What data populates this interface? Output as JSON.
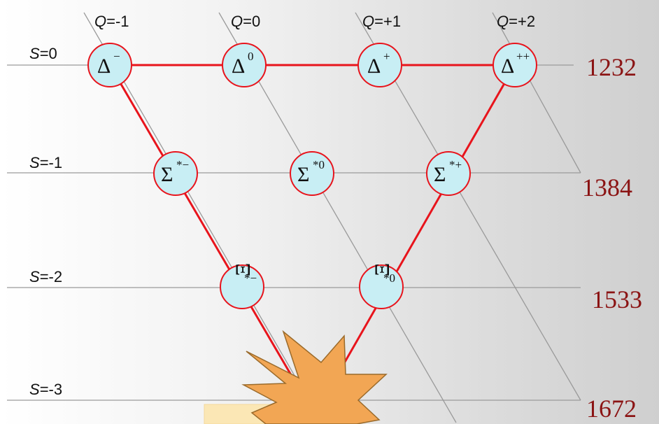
{
  "charge_labels": [
    {
      "var": "Q",
      "text": "=-1"
    },
    {
      "var": "Q",
      "text": "=0"
    },
    {
      "var": "Q",
      "text": "=+1"
    },
    {
      "var": "Q",
      "text": "=+2"
    }
  ],
  "strangeness_labels": [
    {
      "var": "S",
      "text": "=0"
    },
    {
      "var": "S",
      "text": "=-1"
    },
    {
      "var": "S",
      "text": "=-2"
    },
    {
      "var": "S",
      "text": "=-3"
    }
  ],
  "masses": [
    "1232",
    "1384",
    "1533",
    "1672"
  ],
  "particles": [
    {
      "symbol": "Δ",
      "sup": "−"
    },
    {
      "symbol": "Δ",
      "sup": "0"
    },
    {
      "symbol": "Δ",
      "sup": "+"
    },
    {
      "symbol": "Δ",
      "sup": "++"
    },
    {
      "symbol": "Σ",
      "sup": "*−"
    },
    {
      "symbol": "Σ",
      "sup": "*0"
    },
    {
      "symbol": "Σ",
      "sup": "*+"
    },
    {
      "symbol": "Ξ",
      "sup": "*−"
    },
    {
      "symbol": "Ξ",
      "sup": "*0"
    }
  ],
  "colors": {
    "edge": "#e8141c",
    "node_fill": "#c8eef4",
    "node_stroke": "#e8141c",
    "grid": "#9a9a9a",
    "mass": "#8b1414",
    "star_fill": "#f2a654",
    "star_stroke": "#9a6a2a",
    "box_fill": "#fbe7b5"
  }
}
